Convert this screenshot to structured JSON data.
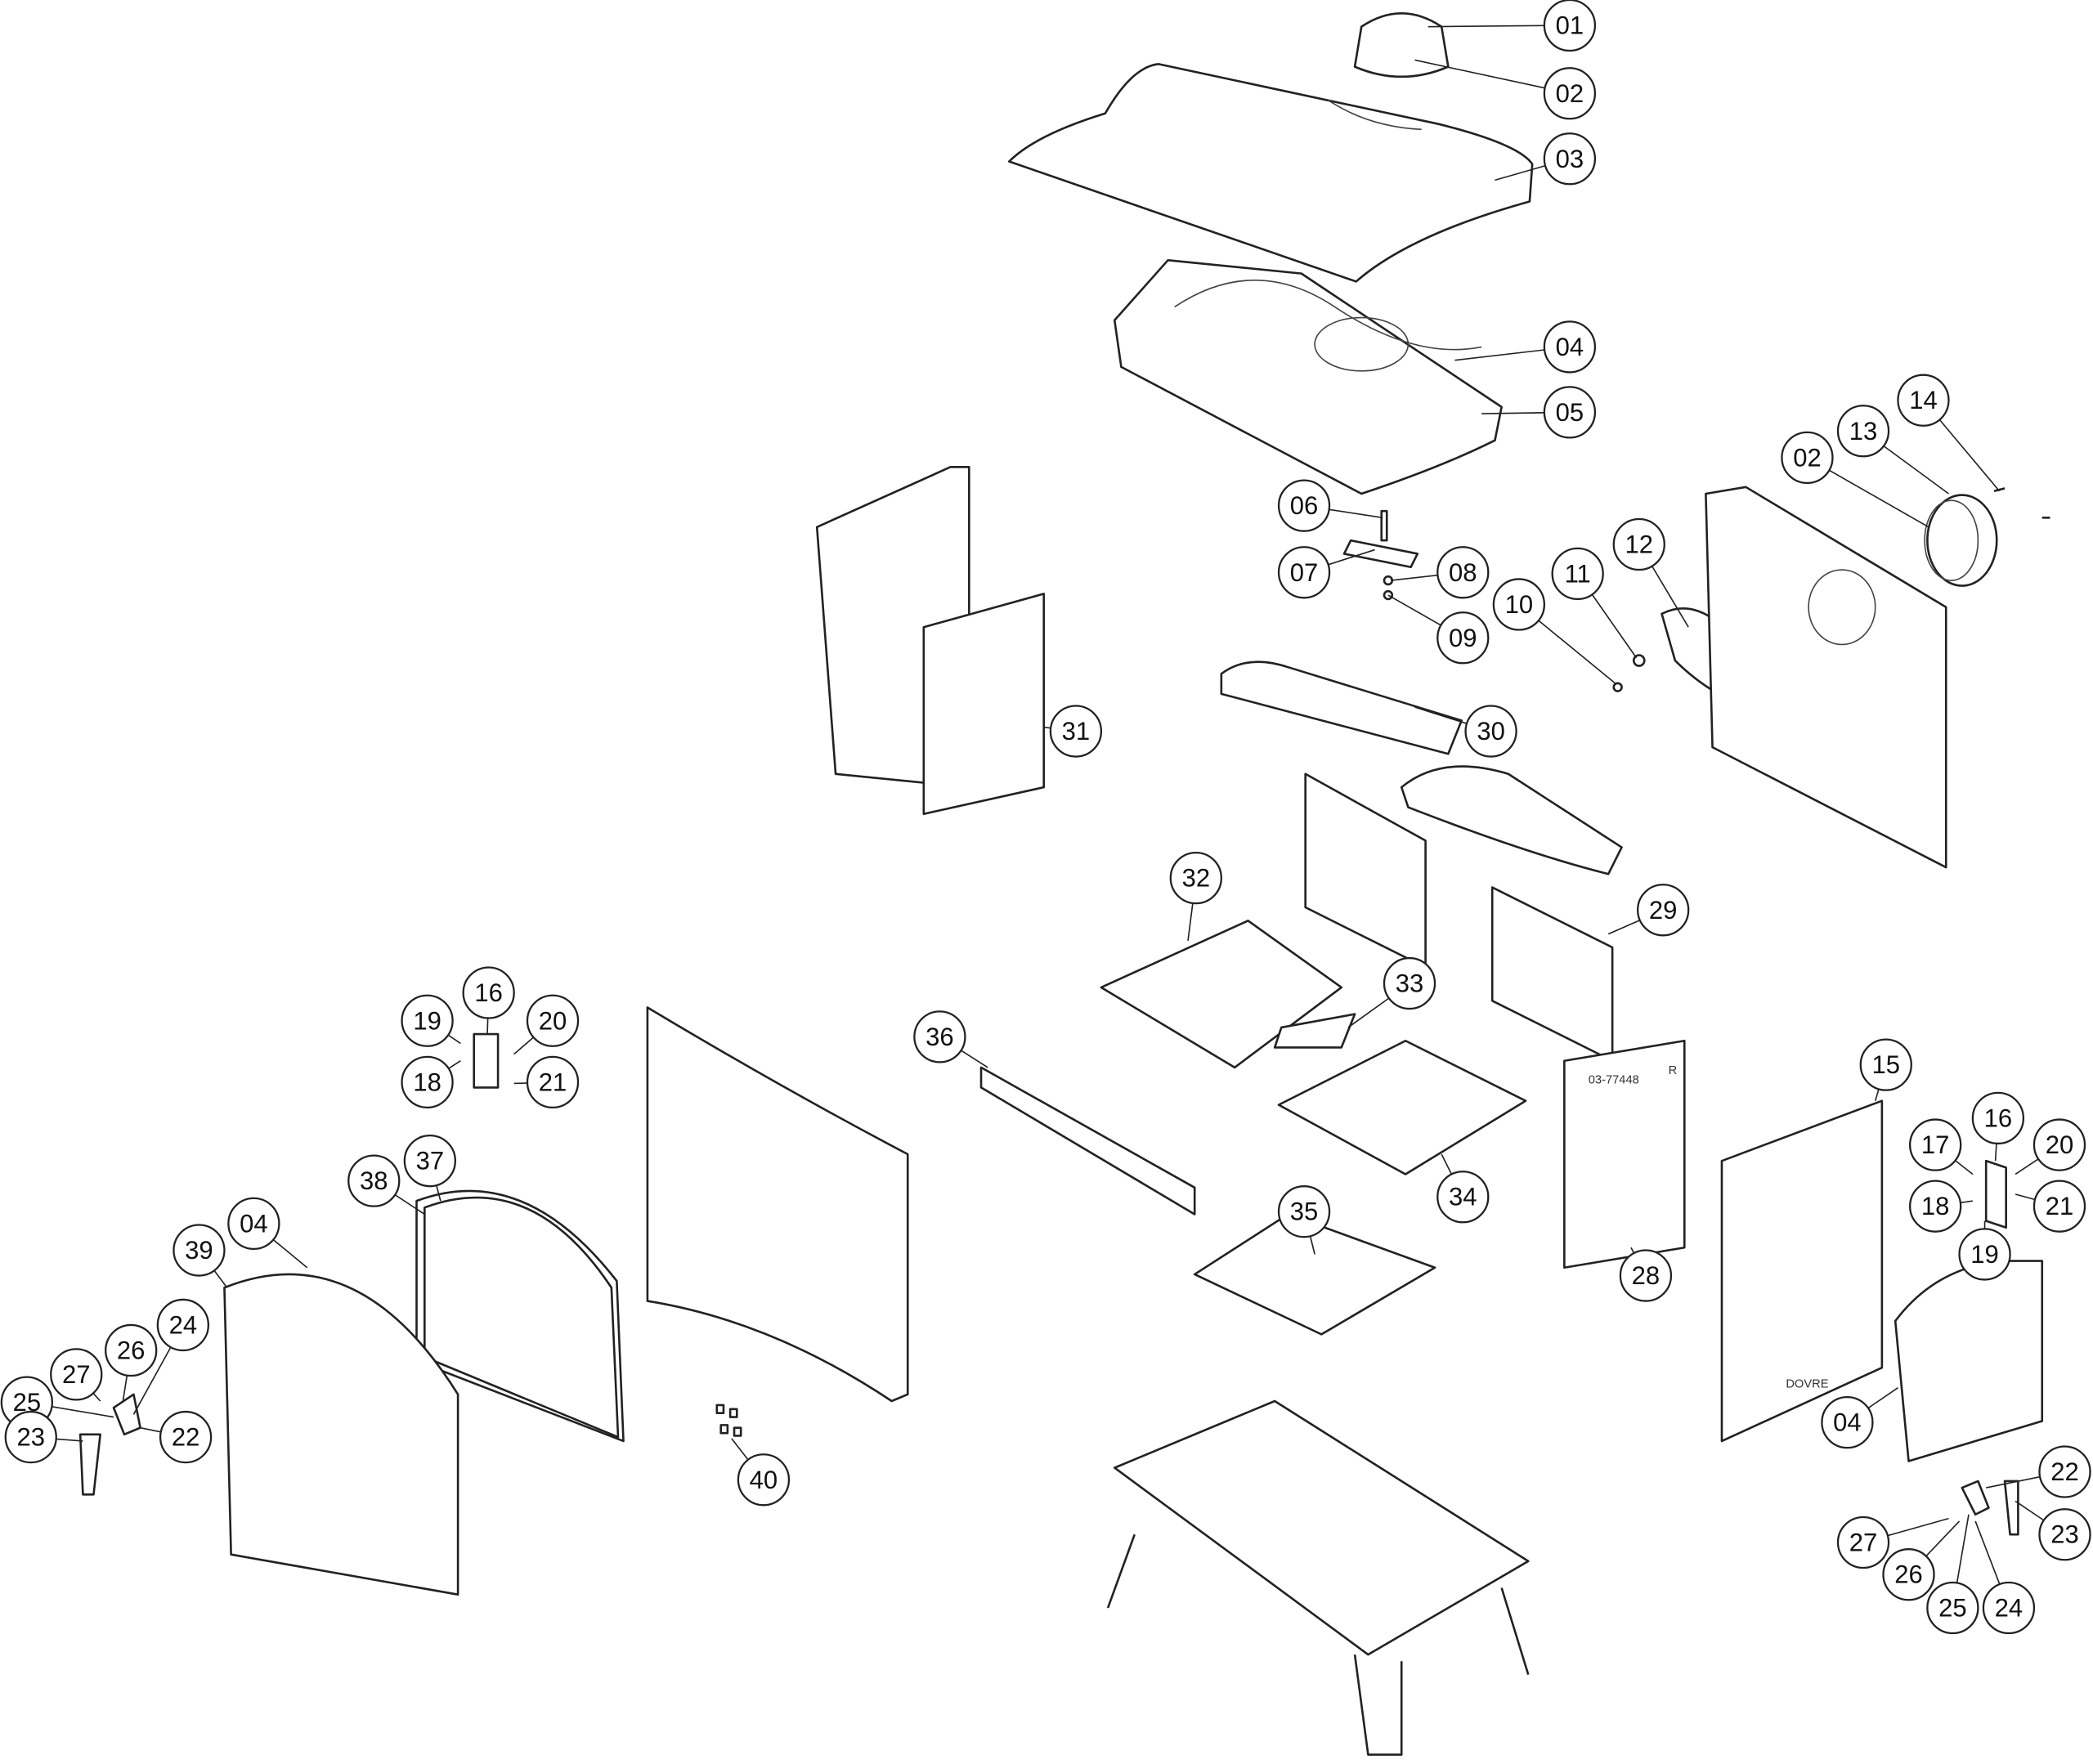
{
  "diagram": {
    "type": "exploded-parts-diagram",
    "callouts": [
      "01",
      "02",
      "03",
      "04",
      "05",
      "14",
      "13",
      "02",
      "06",
      "07",
      "08",
      "09",
      "10",
      "11",
      "12",
      "31",
      "30",
      "29",
      "32",
      "33",
      "36",
      "16",
      "19",
      "20",
      "18",
      "21",
      "15",
      "16",
      "17",
      "20",
      "18",
      "21",
      "19",
      "34",
      "28",
      "35",
      "37",
      "38",
      "39",
      "04",
      "24",
      "26",
      "27",
      "25",
      "22",
      "23",
      "40",
      "04",
      "22",
      "23",
      "27",
      "26",
      "25",
      "24"
    ],
    "part_stamps": {
      "baffle_code": "03-77448",
      "side_mark": "R",
      "door_brand": "DOVRE"
    }
  }
}
